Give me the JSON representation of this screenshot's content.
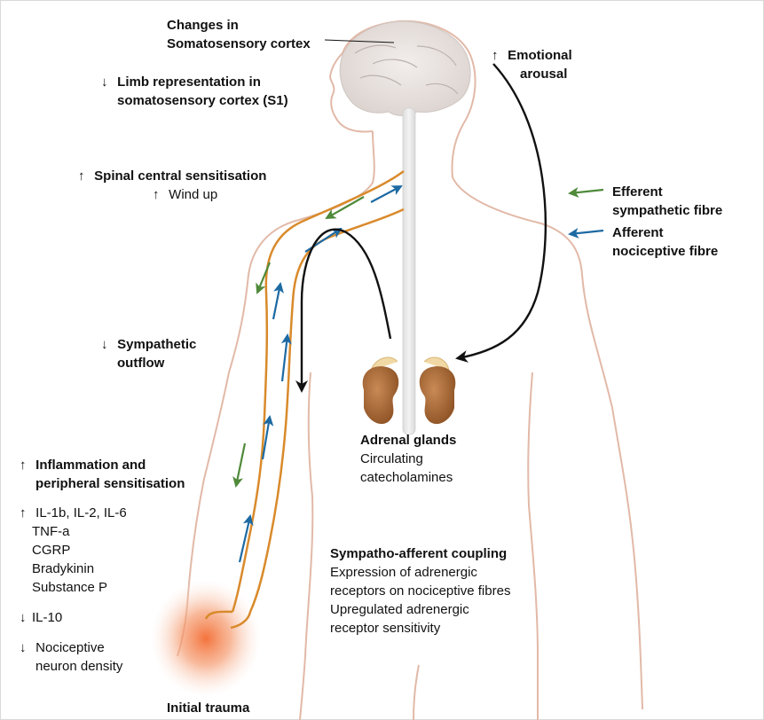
{
  "labels": {
    "cortex_changes": [
      "Changes in",
      "Somatosensory cortex"
    ],
    "limb_rep": [
      "Limb representation in",
      "somatosensory cortex (S1)"
    ],
    "spinal": "Spinal central sensitisation",
    "windup": "Wind up",
    "emotional": [
      "Emotional",
      "arousal"
    ],
    "efferent": [
      "Efferent",
      "sympathetic fibre"
    ],
    "afferent": [
      "Afferent",
      "nociceptive fibre"
    ],
    "sympathetic_outflow": [
      "Sympathetic",
      "outflow"
    ],
    "adrenal_title": "Adrenal glands",
    "adrenal_sub": [
      "Circulating",
      "catecholamines"
    ],
    "inflammation": [
      "Inflammation and",
      "peripheral sensitisation"
    ],
    "cytokines_up": "IL-1b, IL-2, IL-6",
    "mediators": [
      "TNF-a",
      "CGRP",
      "Bradykinin",
      "Substance P"
    ],
    "il10": "IL-10",
    "nociceptive_density": [
      "Nociceptive",
      "neuron density"
    ],
    "coupling_title": "Sympatho-afferent coupling",
    "coupling_lines": [
      "Expression of adrenergic",
      "receptors on nociceptive fibres",
      "Upregulated adrenergic",
      "receptor sensitivity"
    ],
    "trauma": "Initial trauma"
  },
  "arrows": {
    "up": "↑",
    "down": "↓"
  },
  "colors": {
    "efferent_arrow": "#4f8a3a",
    "afferent_arrow": "#1d6aa3",
    "fibre": "#d98a2b",
    "body_outline": "#e2b9a8",
    "black_arrow": "#111111",
    "trauma_glow": "#f07a4a"
  }
}
